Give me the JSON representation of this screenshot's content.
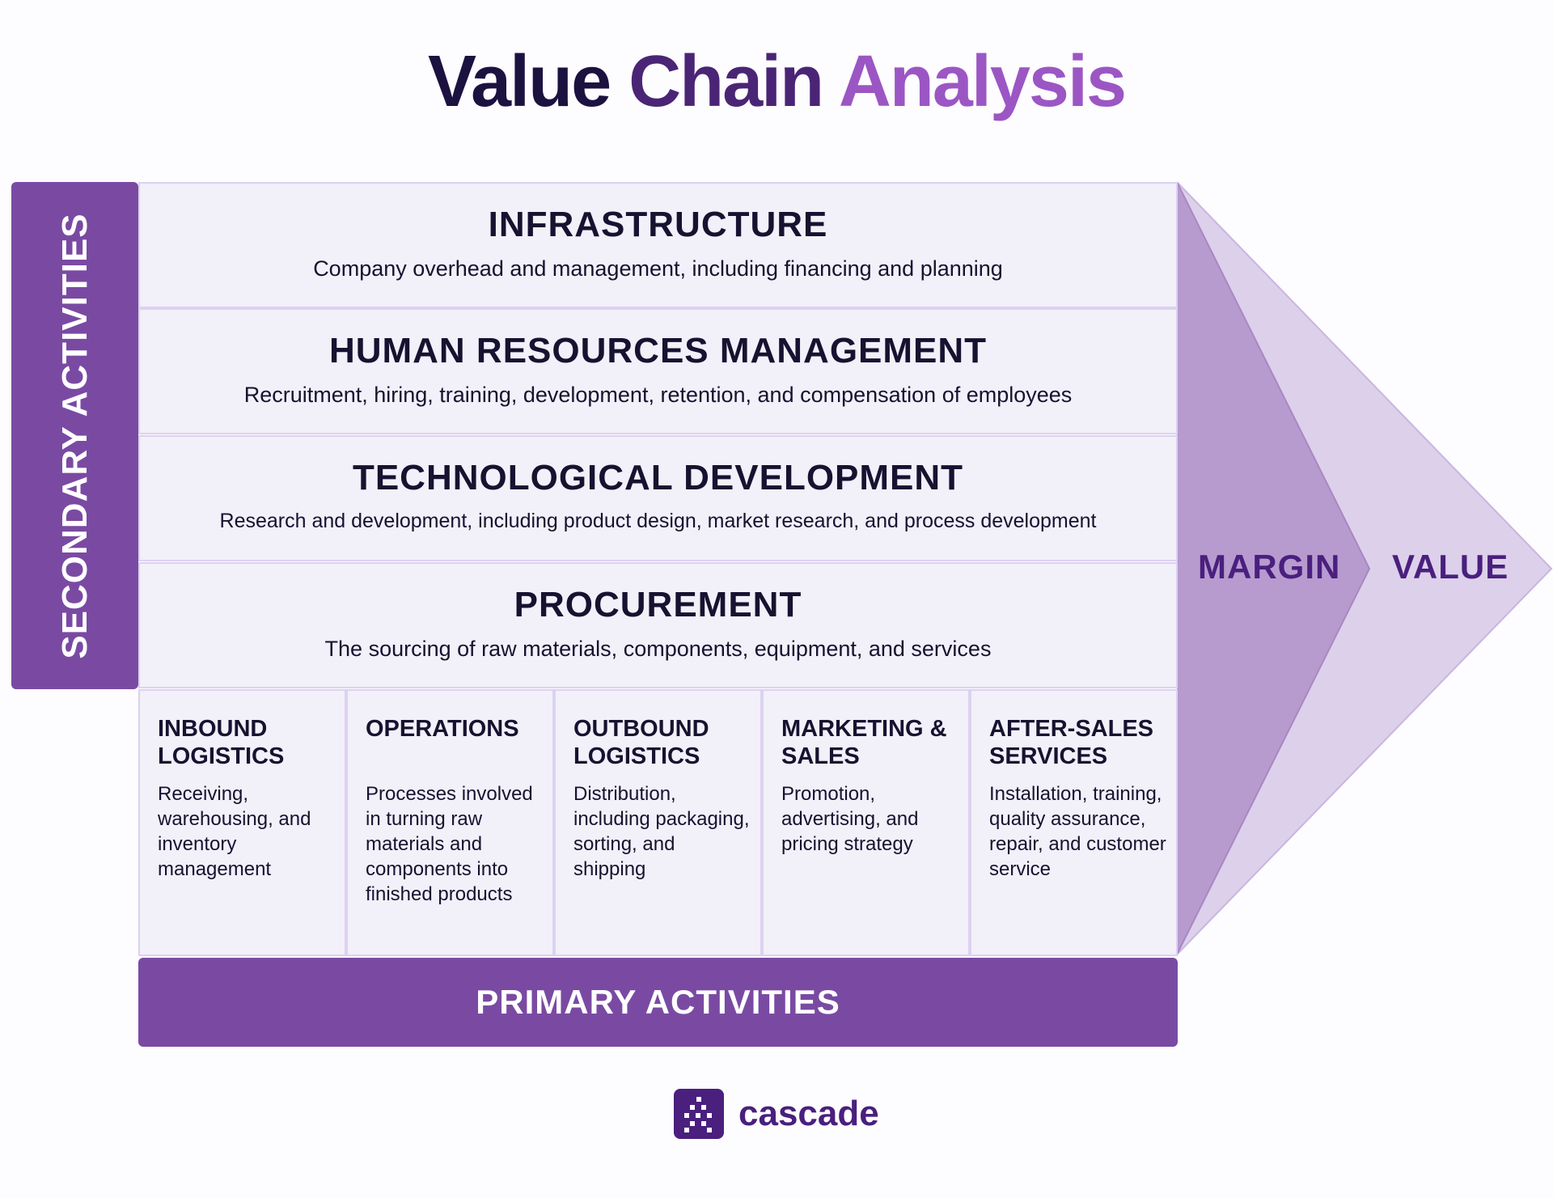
{
  "title": {
    "part1": "Value",
    "part2": "Chain",
    "part3": "Analysis"
  },
  "secondary_label": "SECONDARY ACTIVITIES",
  "secondary_rows": [
    {
      "title": "INFRASTRUCTURE",
      "description": "Company overhead and management, including financing and planning"
    },
    {
      "title": "HUMAN RESOURCES MANAGEMENT",
      "description": "Recruitment, hiring, training, development, retention, and compensation of employees"
    },
    {
      "title": "TECHNOLOGICAL DEVELOPMENT",
      "description": "Research and development, including product design, market research, and process development"
    },
    {
      "title": "PROCUREMENT",
      "description": "The sourcing of raw materials, components, equipment, and services"
    }
  ],
  "primary_columns": [
    {
      "title": "INBOUND LOGISTICS",
      "description": "Receiving, warehousing, and inventory management"
    },
    {
      "title": "OPERATIONS",
      "description": "Processes involved in turning raw materials and components into finished products"
    },
    {
      "title": "OUTBOUND LOGISTICS",
      "description": "Distribution, including packaging, sorting, and shipping"
    },
    {
      "title": "MARKETING & SALES",
      "description": "Promotion, advertising, and pricing strategy"
    },
    {
      "title": "AFTER-SALES SERVICES",
      "description": "Installation, training, quality assurance, repair, and customer service"
    }
  ],
  "primary_label": "PRIMARY ACTIVITIES",
  "margin_label": "MARGIN",
  "value_label": "VALUE",
  "brand": {
    "name": "cascade",
    "icon": "cascade-logo-icon"
  },
  "colors": {
    "accent": "#7a4aa3",
    "dark_purple": "#4a1f7e",
    "title_dark": "#1c1240",
    "title_mid": "#4a2575",
    "title_light": "#9b56c4",
    "cell_bg": "#f2f0f8",
    "cell_border": "#ddd1f2",
    "margin_fill": "#b79bcf",
    "value_fill": "#ddd0ea"
  }
}
